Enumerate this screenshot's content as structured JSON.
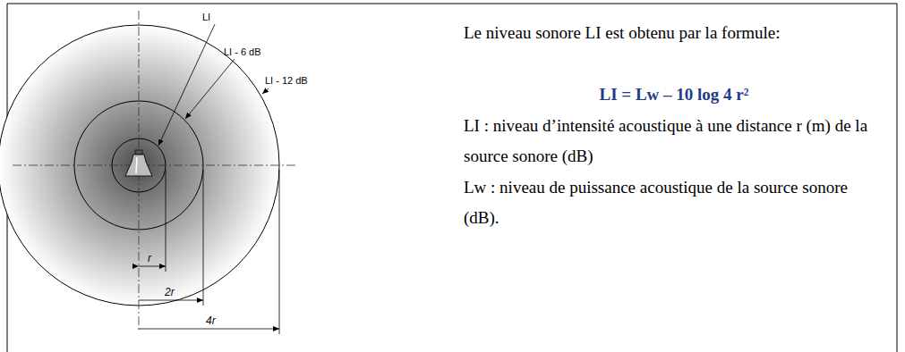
{
  "diagram": {
    "labels": [
      "LI",
      "LI - 6 dB",
      "LI - 12 dB",
      "r",
      "2r",
      "4r",
      "Le niveau sonore LI est obtenu par la formule:",
      "LI = Lw – 10 log 4  r²",
      "LI : niveau d’intensité acoustique à une distance r (m) de la source sonore (dB)",
      "Lw : niveau de puissance acoustique de la source sonore (dB)."
    ]
  }
}
